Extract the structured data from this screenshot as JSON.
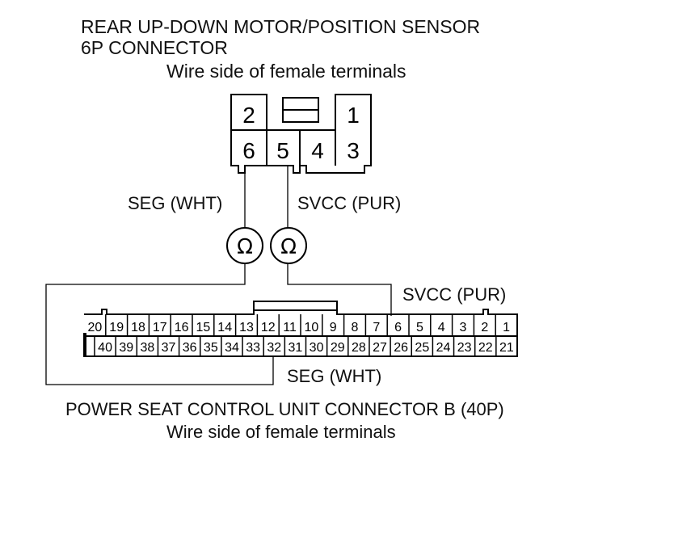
{
  "sensor_connector": {
    "title_line1": "REAR UP-DOWN MOTOR/POSITION SENSOR",
    "title_line2": "6P CONNECTOR",
    "subtitle": "Wire side of female terminals",
    "top_pins": [
      "2",
      "1"
    ],
    "bottom_pins": [
      "6",
      "5",
      "4",
      "3"
    ]
  },
  "wires": {
    "seg_top_label": "SEG (WHT)",
    "svcc_top_label": "SVCC (PUR)",
    "svcc_right_label": "SVCC (PUR)",
    "seg_bottom_label": "SEG (WHT)"
  },
  "meters": {
    "symbol": "Ω",
    "icon": "ohmmeter-icon"
  },
  "control_unit_connector": {
    "title": "POWER SEAT CONTROL UNIT CONNECTOR B (40P)",
    "subtitle": "Wire side of female terminals",
    "top_row": [
      "20",
      "19",
      "18",
      "17",
      "16",
      "15",
      "14",
      "13",
      "12",
      "11",
      "10",
      "9",
      "8",
      "7",
      "6",
      "5",
      "4",
      "3",
      "2",
      "1"
    ],
    "bottom_row": [
      "40",
      "39",
      "38",
      "37",
      "36",
      "35",
      "34",
      "33",
      "32",
      "31",
      "30",
      "29",
      "28",
      "27",
      "26",
      "25",
      "24",
      "23",
      "22",
      "21"
    ]
  }
}
